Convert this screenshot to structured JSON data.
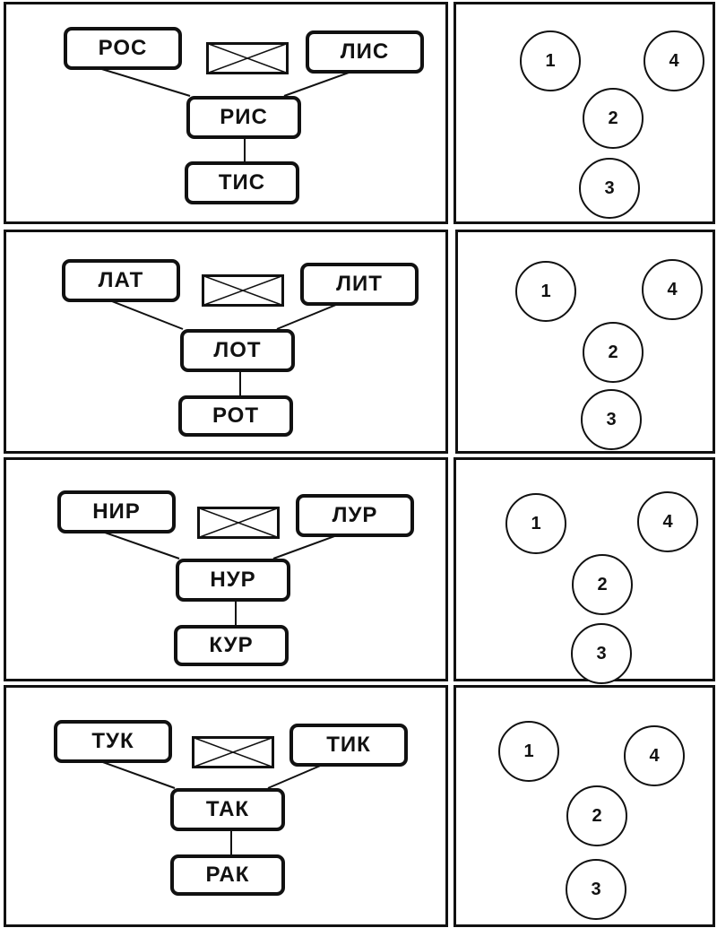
{
  "rows": [
    {
      "top_left": "РОС",
      "top_right": "ЛИС",
      "middle": "РИС",
      "bottom": "ТИС",
      "circles": [
        "1",
        "4",
        "2",
        "3"
      ]
    },
    {
      "top_left": "ЛАТ",
      "top_right": "ЛИТ",
      "middle": "ЛОТ",
      "bottom": "РОТ",
      "circles": [
        "1",
        "4",
        "2",
        "3"
      ]
    },
    {
      "top_left": "НИР",
      "top_right": "ЛУР",
      "middle": "НУР",
      "bottom": "КУР",
      "circles": [
        "1",
        "4",
        "2",
        "3"
      ]
    },
    {
      "top_left": "ТУК",
      "top_right": "ТИК",
      "middle": "ТАК",
      "bottom": "РАК",
      "circles": [
        "1",
        "4",
        "2",
        "3"
      ]
    }
  ]
}
